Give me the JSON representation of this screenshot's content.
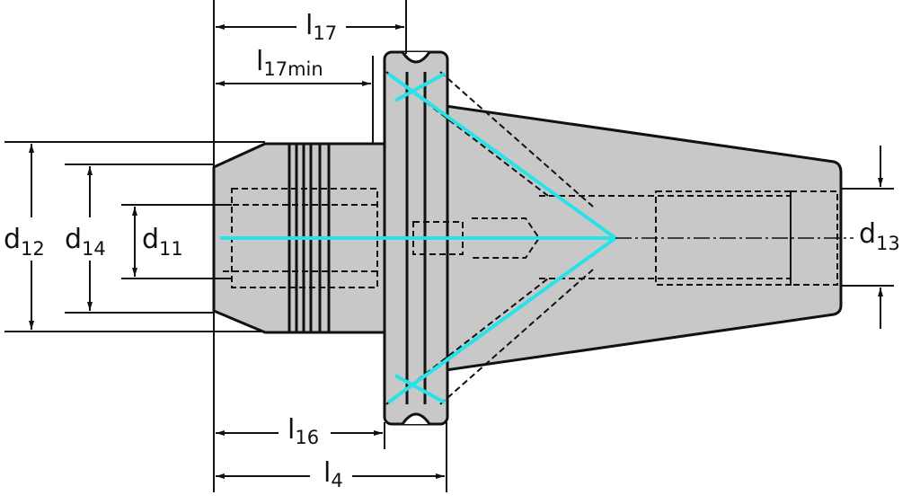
{
  "labels": {
    "l17": {
      "main": "l",
      "sub": "17"
    },
    "l17min": {
      "main": "l",
      "sub": "17min"
    },
    "d12": {
      "main": "d",
      "sub": "12"
    },
    "d14": {
      "main": "d",
      "sub": "14"
    },
    "d11": {
      "main": "d",
      "sub": "11"
    },
    "d13": {
      "main": "d",
      "sub": "13"
    },
    "l16": {
      "main": "l",
      "sub": "16"
    },
    "l4": {
      "main": "l",
      "sub": "4"
    }
  },
  "colors": {
    "body": "#c8c8c8",
    "outline": "#111111",
    "axis": "#27e3e8"
  }
}
